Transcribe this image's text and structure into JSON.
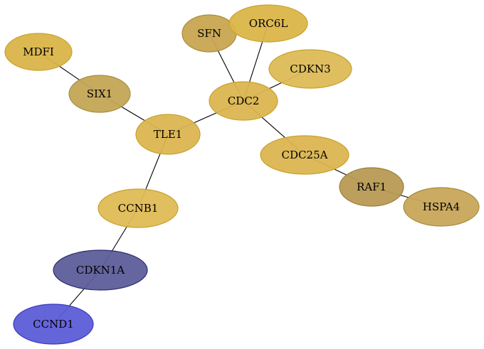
{
  "network": {
    "nodes": [
      {
        "id": "MDFI",
        "label": "MDFI",
        "fill": "#d9b448",
        "stroke": "#c9a22a"
      },
      {
        "id": "SIX1",
        "label": "SIX1",
        "fill": "#c3a555",
        "stroke": "#a98c3c"
      },
      {
        "id": "TLE1",
        "label": "TLE1",
        "fill": "#dbb550",
        "stroke": "#c9a22a"
      },
      {
        "id": "SFN",
        "label": "SFN",
        "fill": "#c8a550",
        "stroke": "#a98c3c"
      },
      {
        "id": "ORC6L",
        "label": "ORC6L",
        "fill": "#dbb549",
        "stroke": "#c9a22a"
      },
      {
        "id": "CDKN3",
        "label": "CDKN3",
        "fill": "#dcba56",
        "stroke": "#c9a22a"
      },
      {
        "id": "CDC2",
        "label": "CDC2",
        "fill": "#dbb550",
        "stroke": "#c9a22a"
      },
      {
        "id": "CDC25A",
        "label": "CDC25A",
        "fill": "#dbb550",
        "stroke": "#c9a22a"
      },
      {
        "id": "RAF1",
        "label": "RAF1",
        "fill": "#b89a54",
        "stroke": "#9a7f3a"
      },
      {
        "id": "HSPA4",
        "label": "HSPA4",
        "fill": "#c8a658",
        "stroke": "#a98c3c"
      },
      {
        "id": "CCNB1",
        "label": "CCNB1",
        "fill": "#dfbb55",
        "stroke": "#c9a22a"
      },
      {
        "id": "CDKN1A",
        "label": "CDKN1A",
        "fill": "#5d5d9a",
        "stroke": "#2e2e6e"
      },
      {
        "id": "CCND1",
        "label": "CCND1",
        "fill": "#5d5dd8",
        "stroke": "#3a3ac0"
      }
    ],
    "edges": [
      [
        "MDFI",
        "SIX1"
      ],
      [
        "SIX1",
        "TLE1"
      ],
      [
        "TLE1",
        "CDC2"
      ],
      [
        "TLE1",
        "CCNB1"
      ],
      [
        "SFN",
        "CDC2"
      ],
      [
        "ORC6L",
        "CDC2"
      ],
      [
        "CDKN3",
        "CDC2"
      ],
      [
        "CDC2",
        "CDC25A"
      ],
      [
        "CDC25A",
        "RAF1"
      ],
      [
        "RAF1",
        "HSPA4"
      ],
      [
        "CCNB1",
        "CDKN1A"
      ],
      [
        "CDKN1A",
        "CCND1"
      ]
    ]
  }
}
